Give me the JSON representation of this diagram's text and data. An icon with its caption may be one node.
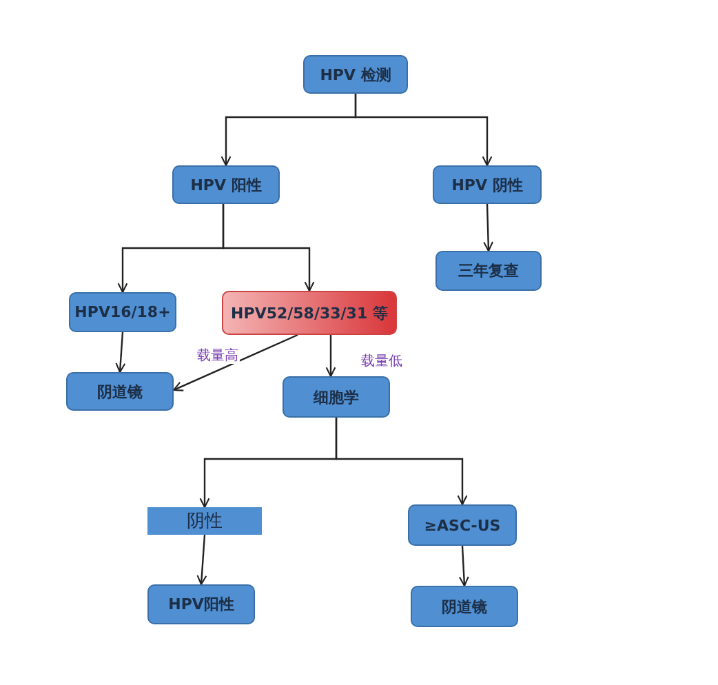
{
  "diagram": {
    "nodes": [
      {
        "text": [
          "HPV 检测"
        ]
      },
      {
        "text": [
          "HPV 阳性"
        ]
      },
      {
        "text": [
          "HPV 阴性"
        ]
      },
      {
        "text": [
          "三年复查"
        ]
      },
      {
        "text": [
          "HPV16/18+"
        ]
      },
      {
        "text": [
          "HPV52/58/33/31 等"
        ]
      },
      {
        "text": [
          "阴道镜"
        ]
      },
      {
        "text": [
          "细胞学"
        ]
      },
      {
        "text": [
          "阴性"
        ]
      },
      {
        "text": [
          "≥ASC-US"
        ]
      },
      {
        "text": [
          "HPV阳性"
        ]
      },
      {
        "text": [
          "阴道镜"
        ]
      }
    ],
    "edges": [
      {
        "from": 0,
        "to": 1,
        "arrow": "to"
      },
      {
        "from": 0,
        "to": 2,
        "arrow": "to"
      },
      {
        "from": 2,
        "to": 3,
        "arrow": "to"
      },
      {
        "from": 1,
        "to": 4,
        "arrow": "to"
      },
      {
        "from": 1,
        "to": 5,
        "arrow": "to"
      },
      {
        "from": 4,
        "to": 6,
        "arrow": "to"
      },
      {
        "from": 5,
        "to": 6,
        "arrow": "to",
        "label": "载量高"
      },
      {
        "from": 5,
        "to": 7,
        "arrow": "to",
        "label": "载量低"
      },
      {
        "from": 7,
        "to": 8,
        "arrow": "to"
      },
      {
        "from": 7,
        "to": 9,
        "arrow": "to"
      },
      {
        "from": 8,
        "to": 10,
        "arrow": "to"
      },
      {
        "from": 9,
        "to": 11,
        "arrow": "to"
      }
    ]
  }
}
